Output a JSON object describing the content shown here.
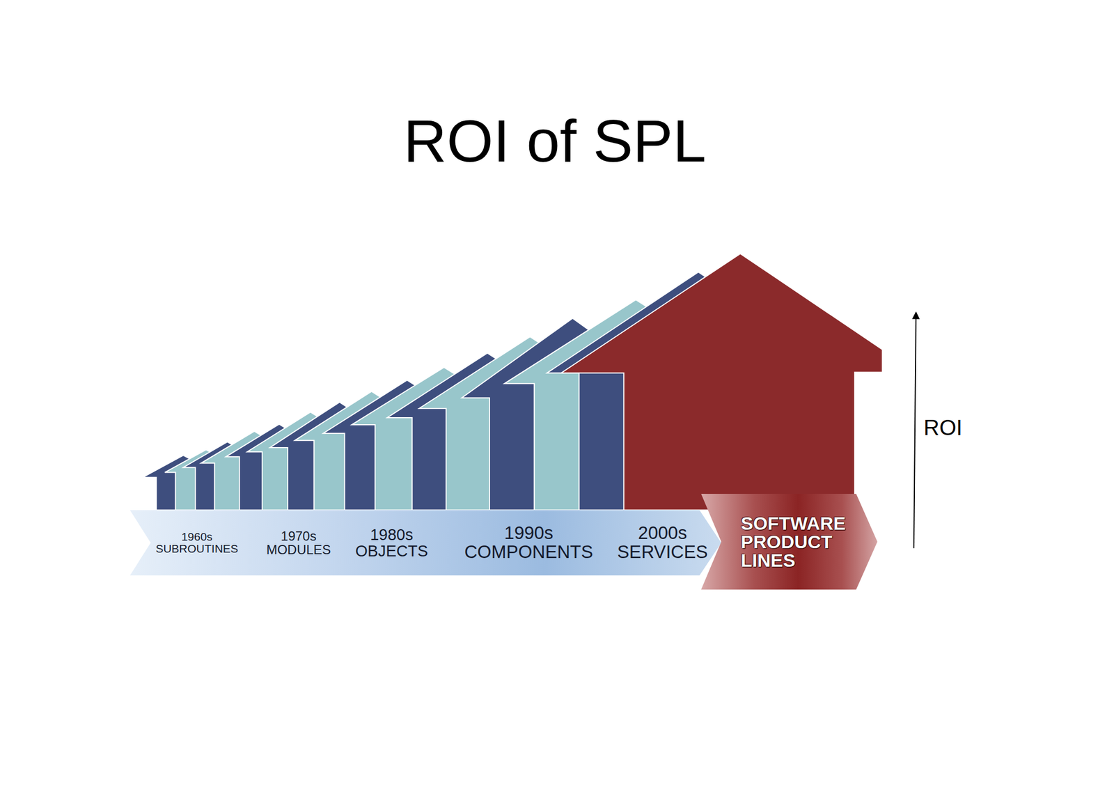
{
  "diagram": {
    "title": "ROI of SPL",
    "nodes": [
      {
        "text": [
          "1960s SUBROUTINES",
          "1970s MODULES",
          "1980s OBJECTS",
          "1990s COMPONENTS",
          "2000s SERVICES"
        ]
      },
      {
        "text": [
          "SOFTWARE PRODUCT LINES"
        ]
      }
    ],
    "labels": [
      "ROI"
    ]
  }
}
